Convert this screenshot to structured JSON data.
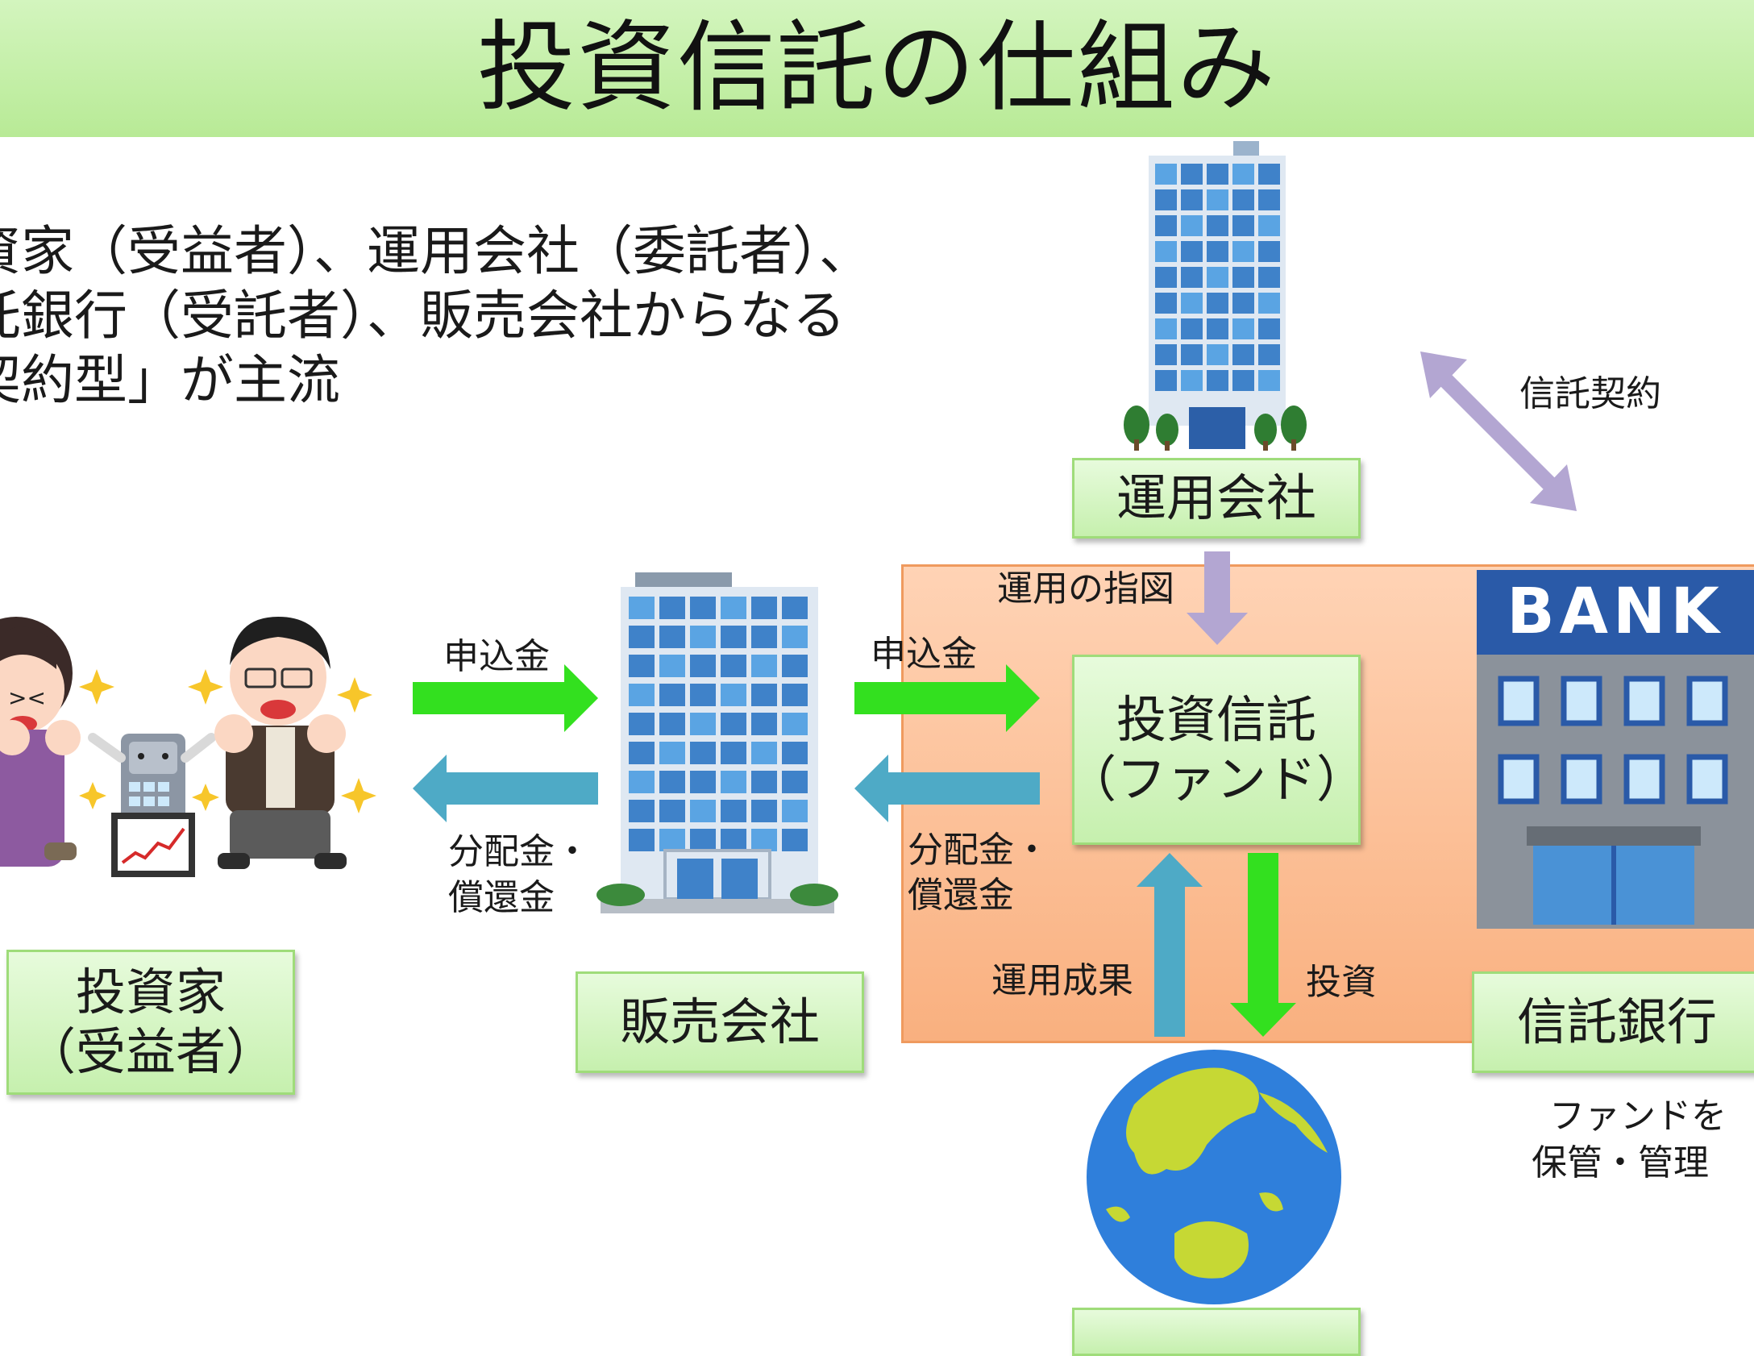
{
  "title": "投資信託の仕組み",
  "intro": {
    "line1": "資家（受益者）、運用会社（委託者）、",
    "line2": "託銀行（受託者）、販売会社からなる",
    "line3": "契約型」が主流"
  },
  "nodes": {
    "investor": {
      "line1": "投資家",
      "line2": "（受益者）"
    },
    "distributor": "販売会社",
    "manager": "運用会社",
    "fund": {
      "line1": "投資信託",
      "line2": "（ファンド）"
    },
    "trust_bank": "信託銀行",
    "trust_bank_note": {
      "line1": "ファンドを",
      "line2": "保管・管理"
    }
  },
  "bank_sign": "BANK",
  "flows": {
    "app_money_1": "申込金",
    "app_money_2": "申込金",
    "distribution_1": {
      "line1": "分配金・",
      "line2": "償還金"
    },
    "distribution_2": {
      "line1": "分配金・",
      "line2": "償還金"
    },
    "instruction": "運用の指図",
    "trust_contract": "信託契約",
    "investment": "投資",
    "results": "運用成果"
  },
  "colors": {
    "title_bar": "#c6efa8",
    "label_box": "#d4f5c0",
    "fund_area": "#fcc39c",
    "green_arrow": "#33e01f",
    "blue_arrow": "#4eaac6",
    "purple_arrow": "#b3a6d2"
  }
}
